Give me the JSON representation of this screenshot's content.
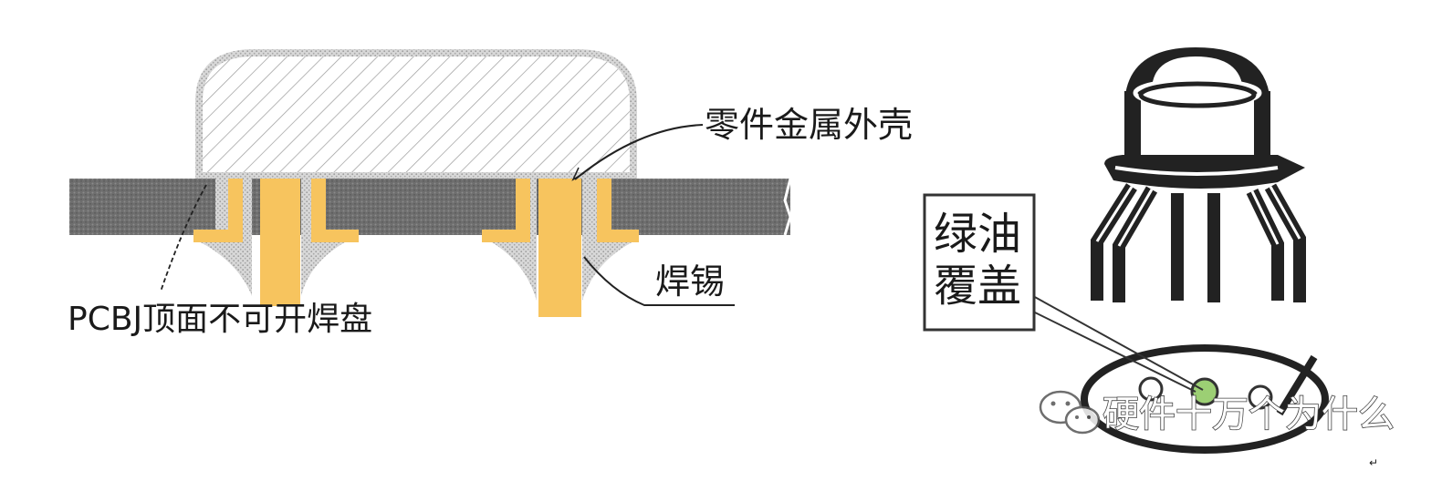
{
  "labels": {
    "shell": "零件金属外壳",
    "pcb_top": "PCBJ顶面不可开焊盘",
    "solder": "焊锡",
    "green_oil_line1": "绿油",
    "green_oil_line2": "覆盖"
  },
  "watermark": {
    "text": "硬件十万个为什么",
    "icon": "wechat-icon"
  },
  "corner_mark": "↵",
  "colors": {
    "board": "#6e6e6e",
    "solder": "#cfcfcf",
    "pad": "#f7c45e",
    "line": "#222222",
    "green_dot": "#9ccf74"
  }
}
